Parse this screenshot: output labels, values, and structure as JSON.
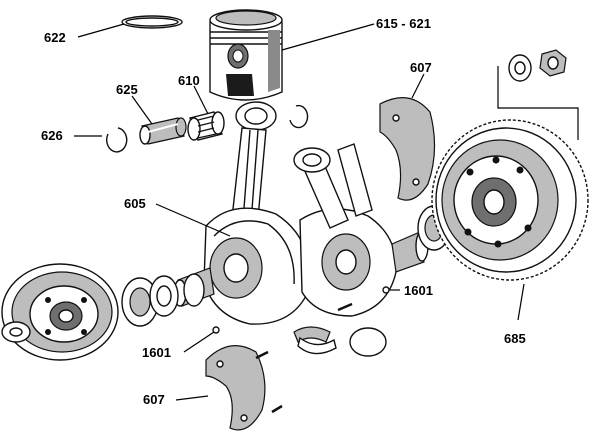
{
  "labels": {
    "piston": "615 - 621",
    "piston_ring": "622",
    "small_end_bearing": "610",
    "gudgeon_pin": "625",
    "circlip": "626",
    "connecting_rod": "605",
    "crank_web_cover_top": "607",
    "crank_web_cover_bottom": "607",
    "dowel_left": "1601",
    "dowel_right": "1601",
    "flywheel_gear": "685"
  },
  "colors": {
    "ink": "#111111",
    "shade": "#bdbdbd",
    "dark": "#6f6f6f"
  }
}
